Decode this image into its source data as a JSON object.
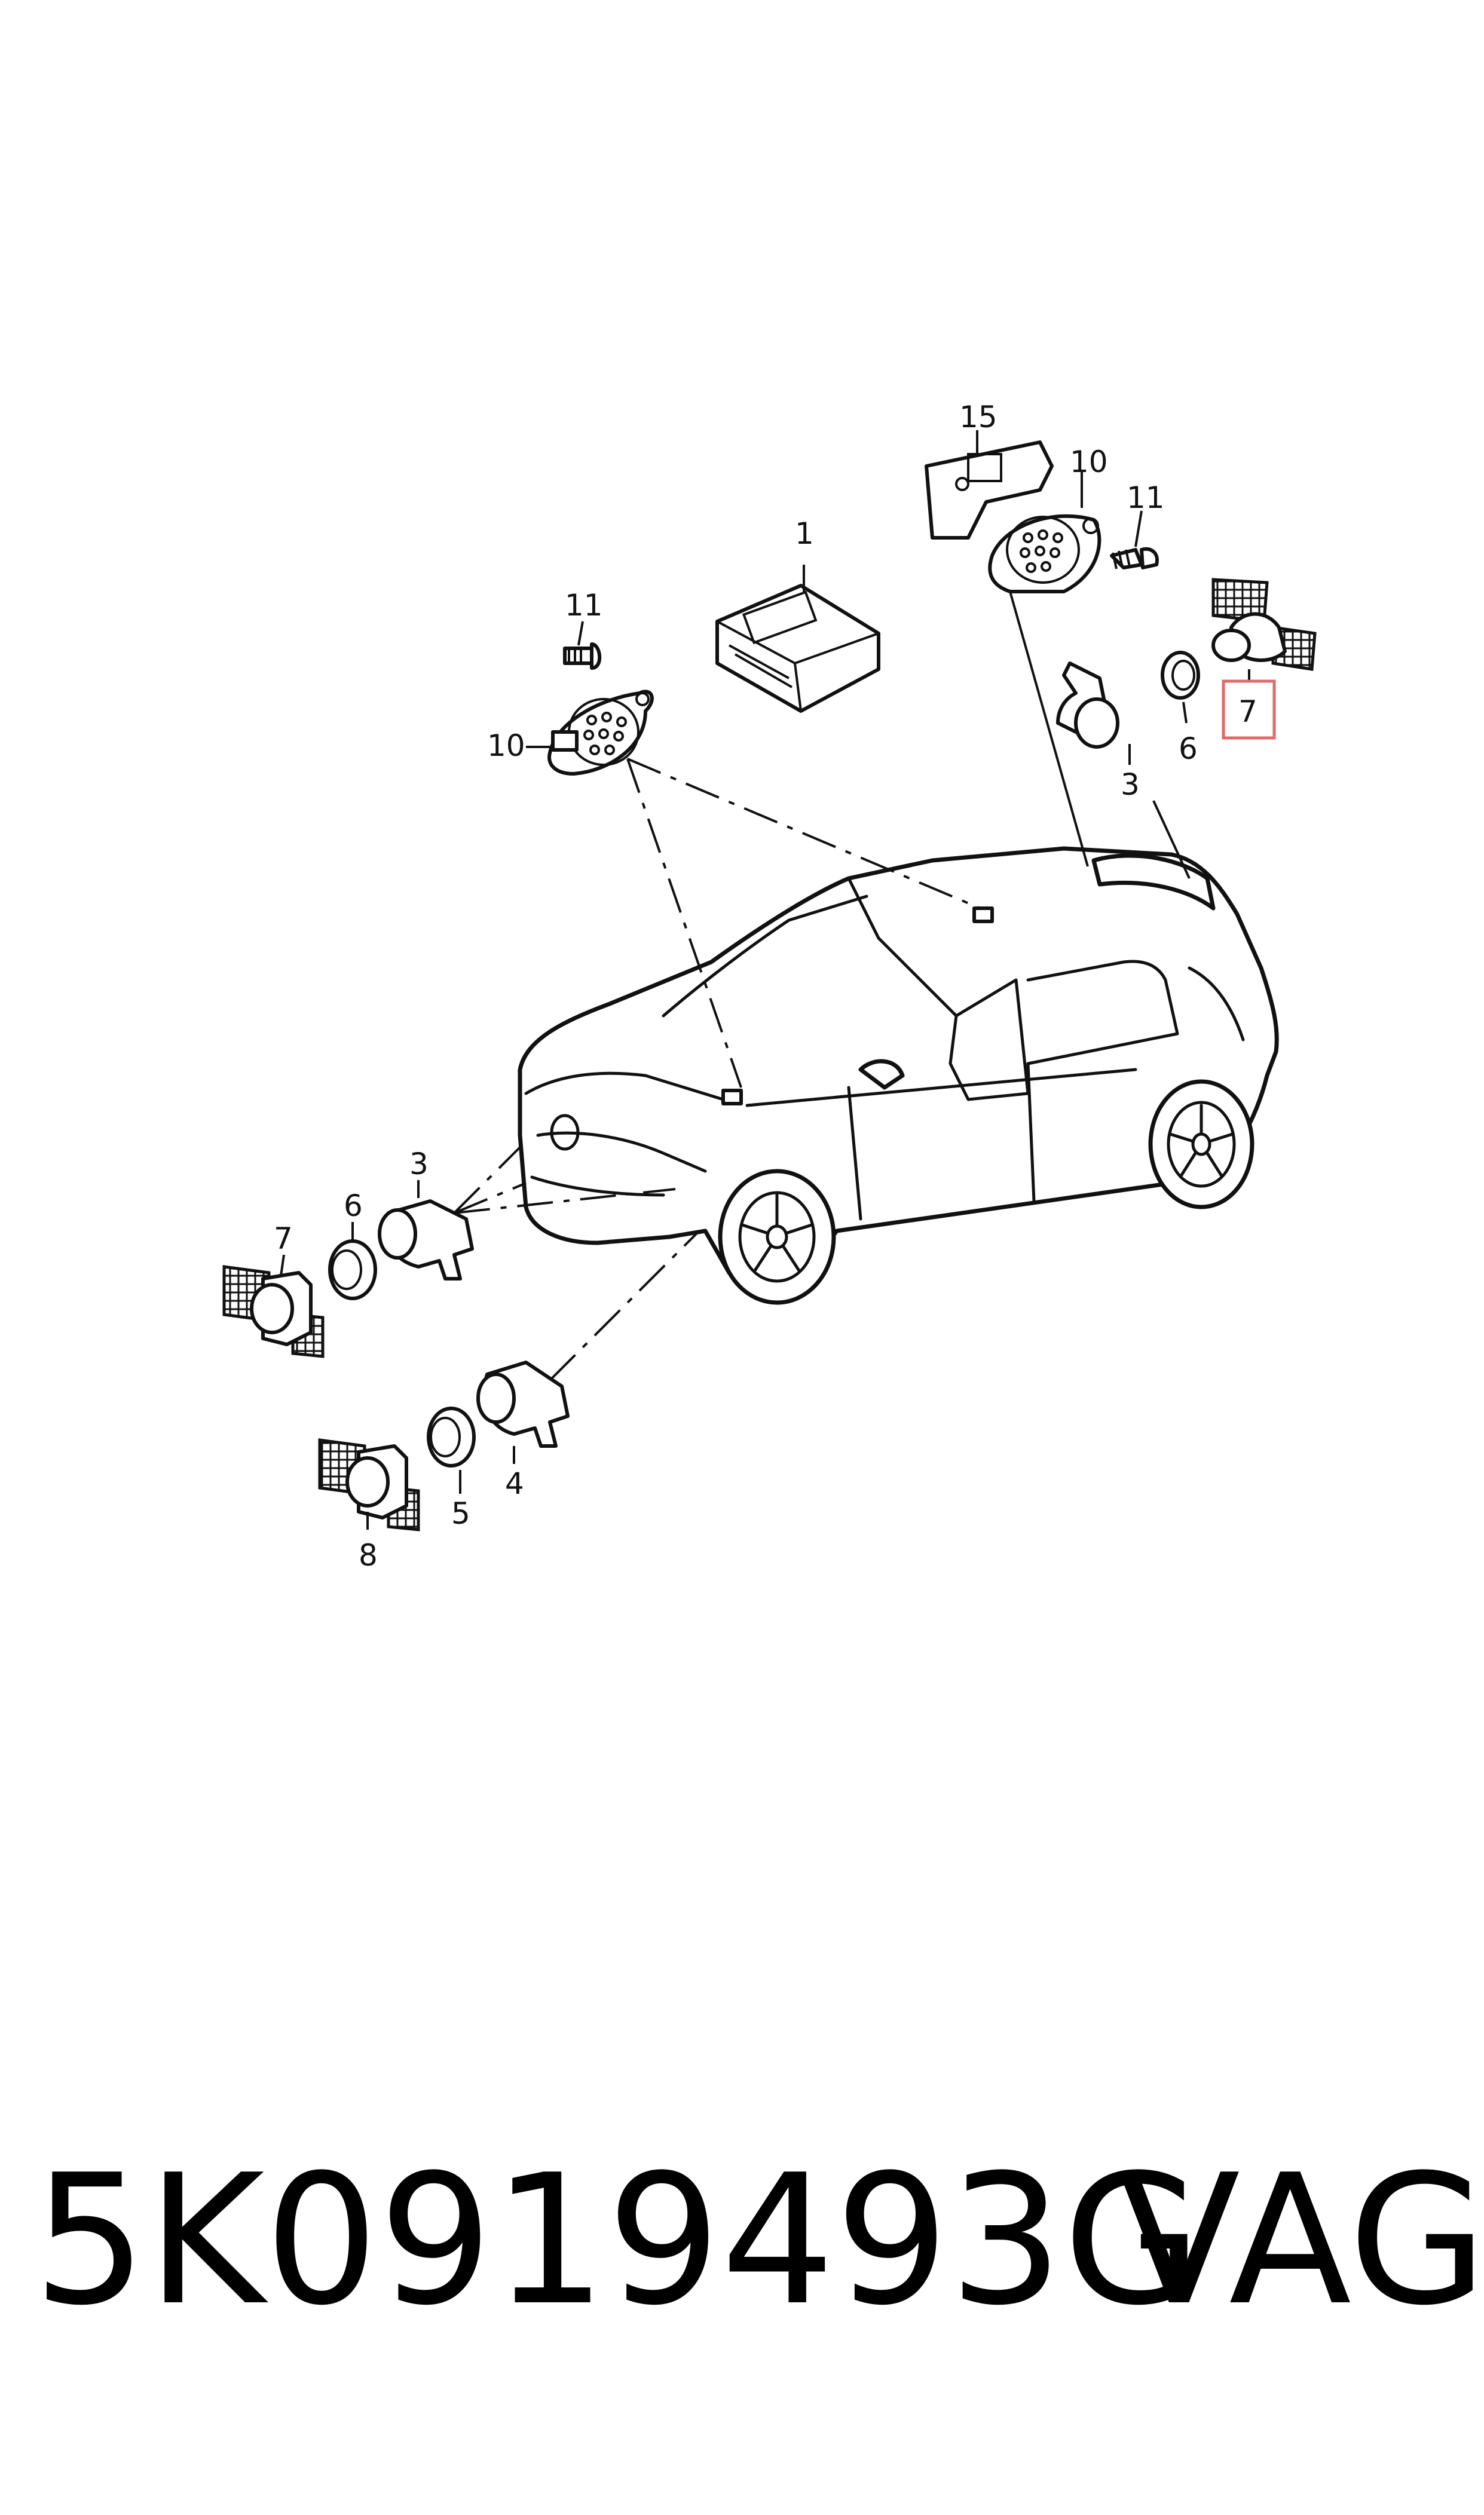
{
  "callouts": {
    "c1": "1",
    "c3_rear": "3",
    "c3_front": "3",
    "c4": "4",
    "c5": "5",
    "c6_rear": "6",
    "c6_front": "6",
    "c7_rear": "7",
    "c7_front": "7",
    "c8": "8",
    "c10_left": "10",
    "c10_right": "10",
    "c11_left": "11",
    "c11_right": "11",
    "c15": "15"
  },
  "highlight": {
    "color": "#e06a6a"
  },
  "footer": {
    "part_number": "5K0919493G",
    "brand": "VAG"
  }
}
